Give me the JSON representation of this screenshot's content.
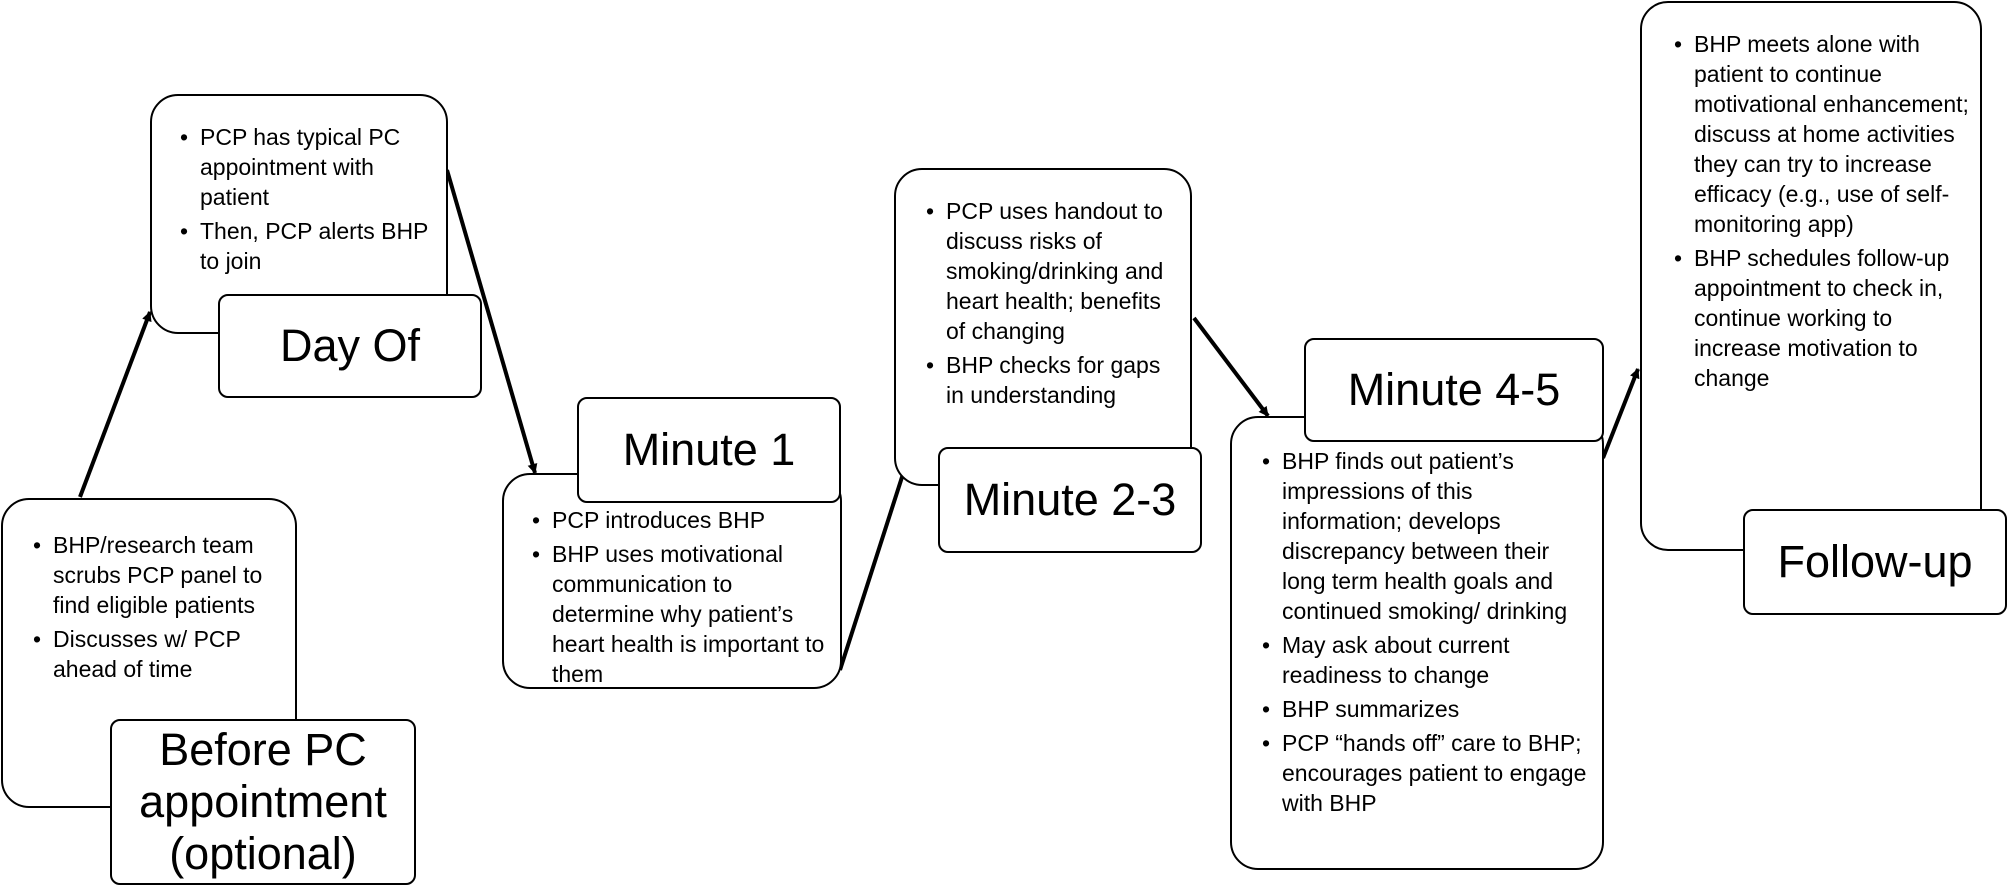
{
  "stages": [
    {
      "id": "before",
      "label": "Before PC appointment (optional)",
      "bullets": [
        "BHP/research team scrubs PCP panel to find eligible patients",
        "Discusses w/ PCP ahead of time"
      ]
    },
    {
      "id": "day-of",
      "label": "Day Of",
      "bullets": [
        "PCP has typical PC appointment with patient",
        "Then, PCP alerts BHP to join"
      ]
    },
    {
      "id": "minute-1",
      "label": "Minute 1",
      "bullets": [
        "PCP introduces BHP",
        "BHP uses motivational communication to determine why patient’s heart health is important to them"
      ]
    },
    {
      "id": "minute-2-3",
      "label": "Minute 2-3",
      "bullets": [
        "PCP uses handout to discuss risks of smoking/drinking and heart health; benefits of changing",
        "BHP checks for gaps in understanding"
      ]
    },
    {
      "id": "minute-4-5",
      "label": "Minute 4-5",
      "bullets": [
        "BHP finds out patient’s impressions of this information; develops discrepancy between their long term health goals and continued smoking/ drinking",
        "May ask about current readiness to change",
        "BHP summarizes",
        "PCP “hands off” care to BHP; encourages patient to engage with BHP"
      ]
    },
    {
      "id": "follow-up",
      "label": "Follow-up",
      "bullets": [
        "BHP meets alone with patient to continue motivational enhancement; discuss at home activities they can try to increase efficacy (e.g., use of self-monitoring app)",
        "BHP schedules follow-up appointment to check in, continue working to increase motivation to change"
      ]
    }
  ]
}
